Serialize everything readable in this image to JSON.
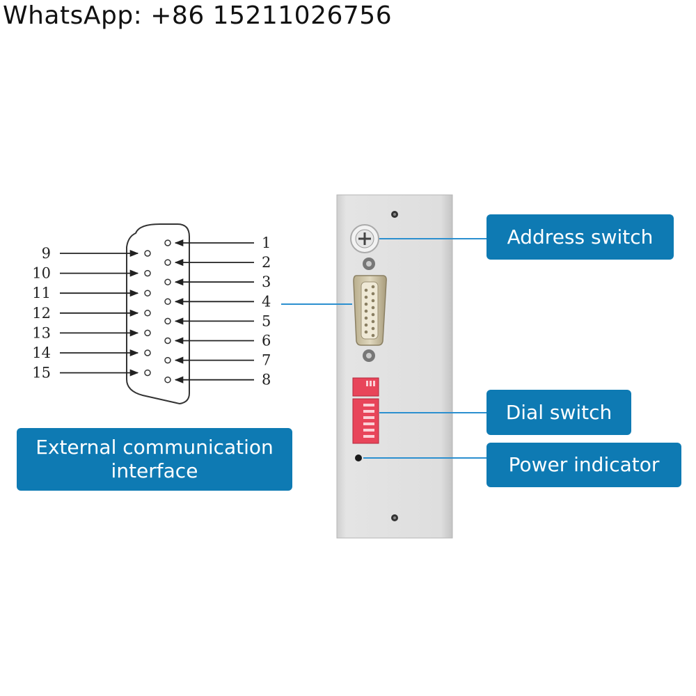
{
  "header": {
    "contact": "WhatsApp: +86 15211026756"
  },
  "connector": {
    "left_pins": [
      "9",
      "10",
      "11",
      "12",
      "13",
      "14",
      "15"
    ],
    "right_pins": [
      "1",
      "2",
      "3",
      "4",
      "5",
      "6",
      "7",
      "8"
    ]
  },
  "labels": {
    "external": "External communication interface",
    "address": "Address switch",
    "dial": "Dial switch",
    "power": "Power indicator"
  },
  "colors": {
    "label_bg": "#0e7ab3",
    "panel": "#dcdcdc",
    "dip": "#e8455a"
  },
  "icons": [
    "connector-pinout-icon",
    "screw-icon",
    "rotary-switch-icon",
    "db15-port-icon",
    "dip-switch-icon",
    "led-icon"
  ]
}
